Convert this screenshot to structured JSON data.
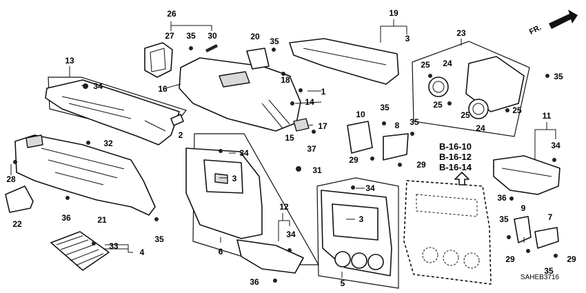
{
  "diagram_code": "SAHEB3716",
  "direction_label": "FR.",
  "references": [
    "B-16-10",
    "B-16-12",
    "B-16-14"
  ],
  "callouts": {
    "c1": "1",
    "c2": "2",
    "c3a": "3",
    "c3b": "3",
    "c3c": "3",
    "c4": "4",
    "c5": "5",
    "c6": "6",
    "c7": "7",
    "c8": "8",
    "c9": "9",
    "c10": "10",
    "c11": "11",
    "c12": "12",
    "c13": "13",
    "c14": "14",
    "c15": "15",
    "c16": "16",
    "c17": "17",
    "c18": "18",
    "c19": "19",
    "c20": "20",
    "c21": "21",
    "c22": "22",
    "c23": "23",
    "c24a": "24",
    "c24b": "24",
    "c25a": "25",
    "c25b": "25",
    "c25c": "25",
    "c25d": "25",
    "c26": "26",
    "c27": "27",
    "c28": "28",
    "c29a": "29",
    "c29b": "29",
    "c29c": "29",
    "c29d": "29",
    "c30": "30",
    "c31": "31",
    "c32": "32",
    "c33": "33",
    "c34a": "34",
    "c34b": "34",
    "c34c": "34",
    "c34d": "34",
    "c34e": "34",
    "c35a": "35",
    "c35b": "35",
    "c35c": "35",
    "c35d": "35",
    "c35e": "35",
    "c35f": "35",
    "c35g": "35",
    "c35h": "35",
    "c36a": "36",
    "c36b": "36",
    "c36c": "36",
    "c37": "37"
  }
}
